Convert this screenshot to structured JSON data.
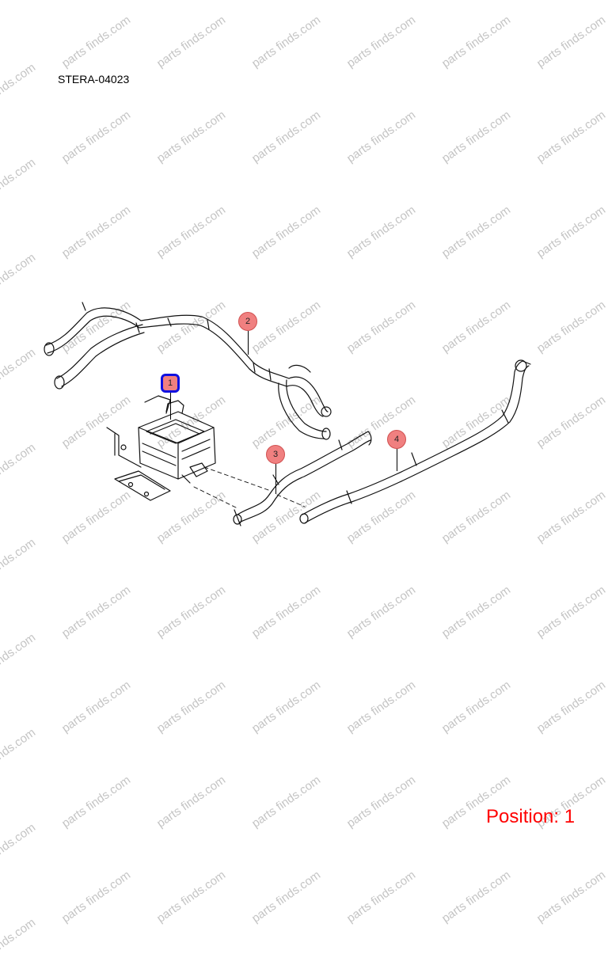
{
  "diagram": {
    "code": "STERA-04023",
    "position_text": "Position: 1",
    "watermark_text": "parts finds.com",
    "selected_callout": "1",
    "colors": {
      "callout_fill": "#f08080",
      "selected_border": "#1010e0",
      "position_text": "#ff0000",
      "watermark": "#c4c4c4"
    },
    "callouts": [
      {
        "label": "1"
      },
      {
        "label": "2"
      },
      {
        "label": "3"
      },
      {
        "label": "4"
      }
    ]
  }
}
